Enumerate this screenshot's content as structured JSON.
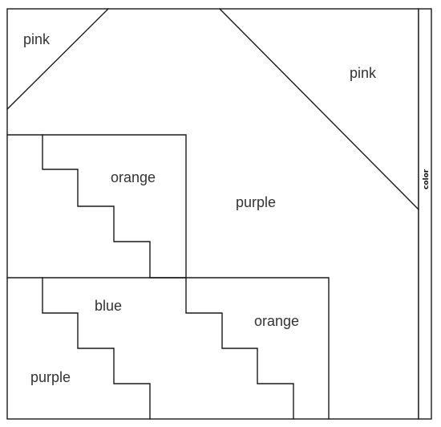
{
  "diagram": {
    "regions": [
      {
        "id": "pink-top-left",
        "label": "pink"
      },
      {
        "id": "pink-top-right",
        "label": "pink"
      },
      {
        "id": "orange-upper",
        "label": "orange"
      },
      {
        "id": "purple-middle",
        "label": "purple"
      },
      {
        "id": "blue-lower-left",
        "label": "blue"
      },
      {
        "id": "orange-lower",
        "label": "orange"
      },
      {
        "id": "purple-bottom-left",
        "label": "purple"
      }
    ],
    "side_label": "color"
  }
}
